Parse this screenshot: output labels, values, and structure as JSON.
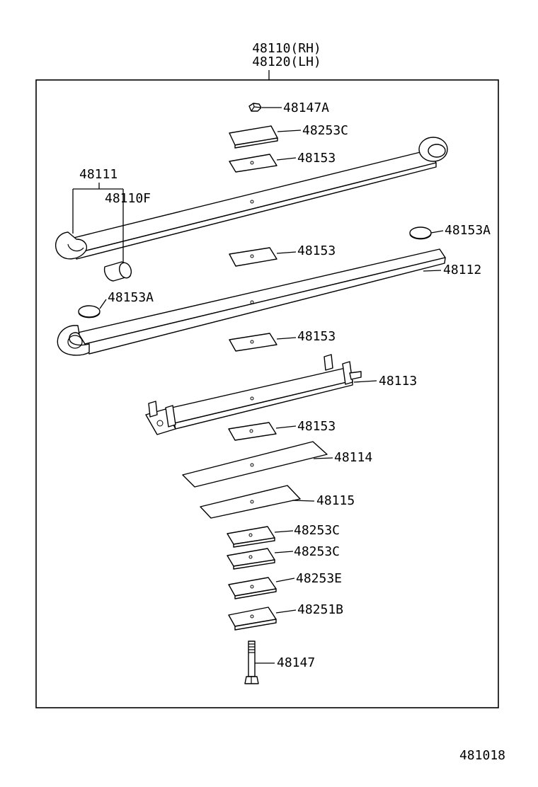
{
  "assembly": {
    "rh": "48110(RH)",
    "lh": "48120(LH)"
  },
  "labels": {
    "p48147A": "48147A",
    "p48253C_top": "48253C",
    "p48153_1": "48153",
    "p48111": "48111",
    "p48110F": "48110F",
    "p48153A_right": "48153A",
    "p48153_2": "48153",
    "p48112": "48112",
    "p48153A_left": "48153A",
    "p48153_3": "48153",
    "p48113": "48113",
    "p48153_4": "48153",
    "p48114": "48114",
    "p48115": "48115",
    "p48253C_a": "48253C",
    "p48253C_b": "48253C",
    "p48253E": "48253E",
    "p48251B": "48251B",
    "p48147": "48147"
  },
  "diagram_code": "481018"
}
